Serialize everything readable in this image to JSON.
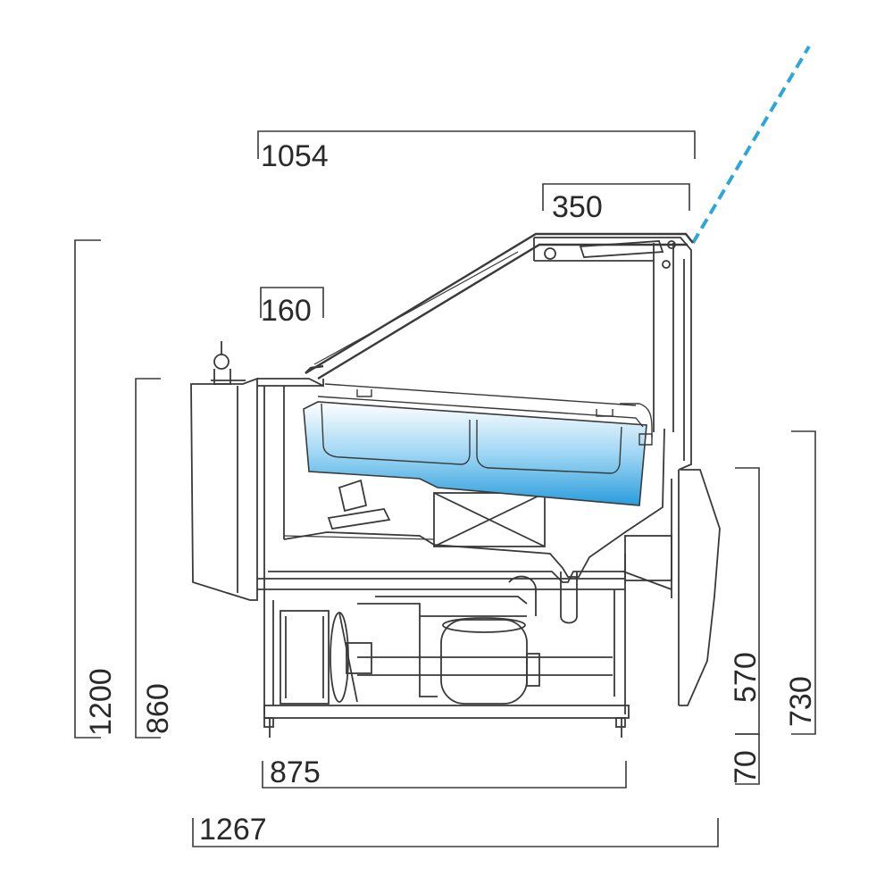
{
  "dimensions": {
    "top_width": "1054",
    "glass_depth": "350",
    "counter_depth": "160",
    "total_height": "1200",
    "counter_height": "860",
    "base_width": "875",
    "total_depth": "1267",
    "front_height_low": "570",
    "front_height_high": "730",
    "plinth_height": "70"
  },
  "colors": {
    "tray_blue": "#3aa8e0",
    "glass_dashed": "#2ea7d8",
    "line": "#3a3a3a"
  }
}
